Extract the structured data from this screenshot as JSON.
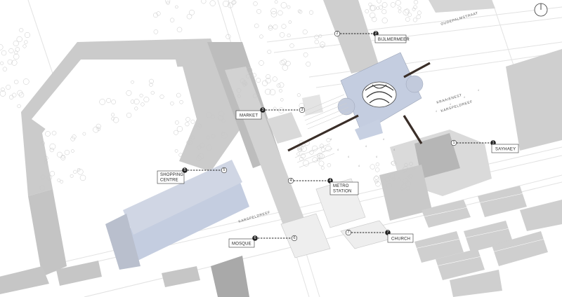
{
  "map": {
    "labels": {
      "bijlmermeer": "BIJLMERMEER",
      "market": "MARKET",
      "shopping_centre_line1": "SHOPPING",
      "shopping_centre_line2": "CENTRE",
      "metro_station_line1": "METRO",
      "metro_station_line2": "STATION",
      "sayhaey": "SAYHAEY",
      "church": "CHURCH",
      "mosque": "MOSQUE"
    },
    "streets": {
      "oudepalmstraat": "OUDEPALMSTRAAT",
      "kraaienest": "KRAAIENEST",
      "karspeldreef_east": "KARSPELDREEF",
      "karspeldreef_west": "KARSPELDREEF"
    },
    "markers": {
      "bijlmermeer": {
        "left": "2",
        "right": "2"
      },
      "market": {
        "left": "3",
        "right": "3"
      },
      "shopping_centre": {
        "left": "5",
        "right": "5"
      },
      "metro_station": {
        "left": "4",
        "right": "4"
      },
      "sayhaey": {
        "left": "1",
        "right": "1"
      },
      "church": {
        "left": "7",
        "right": "7"
      },
      "mosque": {
        "left": "6",
        "right": "6"
      }
    },
    "compass": "north-arrow-icon",
    "colors": {
      "building_gray": "#c9c9c9",
      "dark_gray": "#a8a8a8",
      "highlight_blue": "#c4cde0",
      "bar_dark": "#3a2e28",
      "line": "#d6d6d6"
    }
  }
}
